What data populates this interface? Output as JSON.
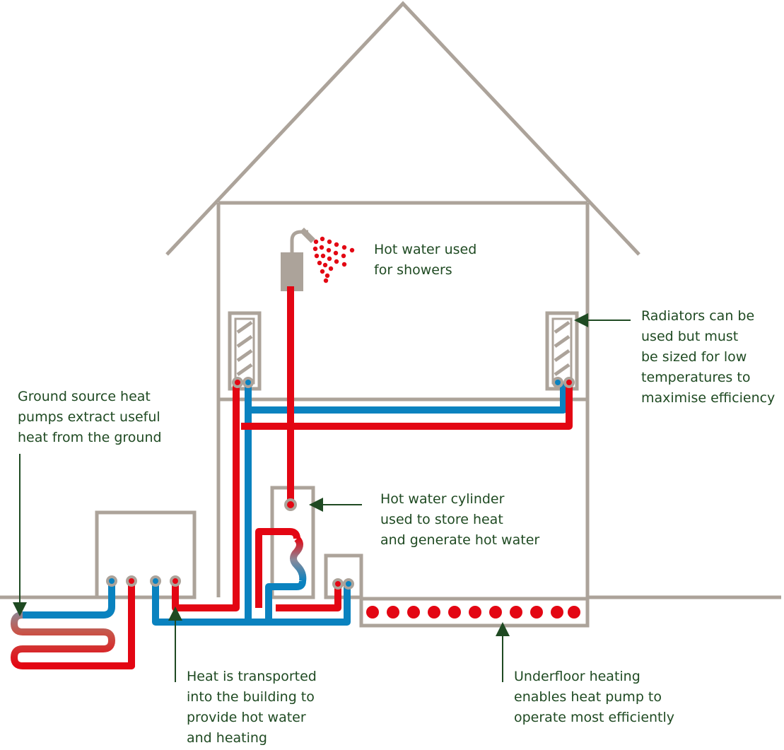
{
  "colors": {
    "structure": "#aca39a",
    "hot": "#e30613",
    "cold": "#0a82bf",
    "text": "#1f4a22",
    "arrow": "#1f4a22"
  },
  "labels": {
    "shower": [
      "Hot water used",
      "for showers"
    ],
    "radiators": [
      "Radiators can be",
      "used but must",
      "be sized for low",
      "temperatures to",
      "maximise efficiency"
    ],
    "ground": [
      "Ground source heat",
      "pumps extract useful",
      "heat from the ground"
    ],
    "cylinder": [
      "Hot water cylinder",
      "used to store heat",
      "and generate hot water"
    ],
    "transport": [
      "Heat is transported",
      "into the building to",
      "provide hot water",
      "and heating"
    ],
    "underfloor": [
      "Underfloor heating",
      "enables heat pump to",
      "operate most efficiently"
    ]
  }
}
